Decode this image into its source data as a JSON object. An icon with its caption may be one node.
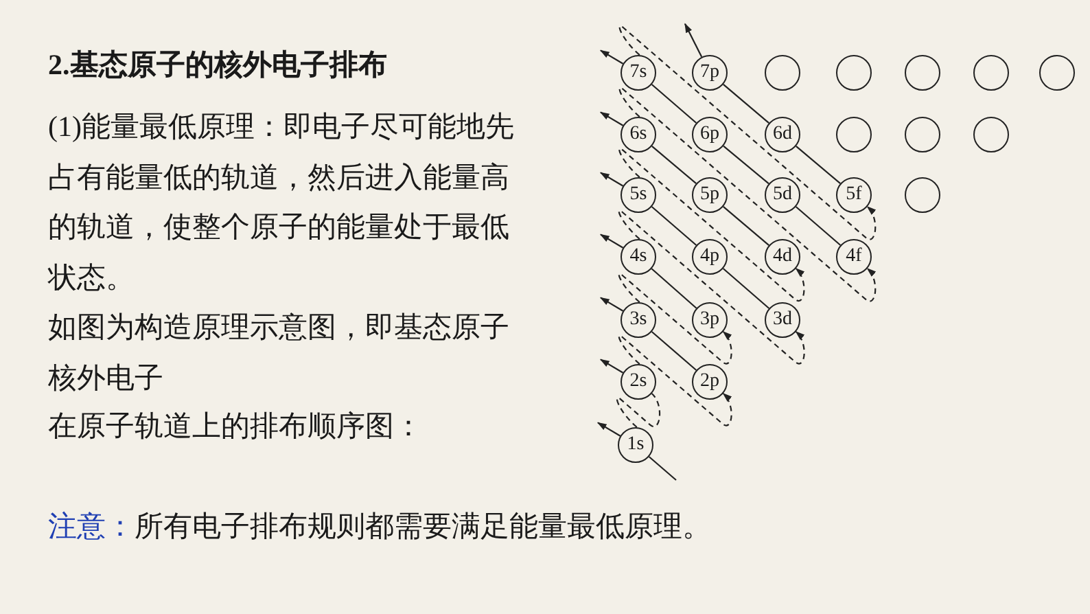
{
  "diagram": {
    "title": "2.基态原子的核外电子排布",
    "nodes": [
      {
        "text": [
          "7s"
        ]
      },
      {
        "text": [
          "7p"
        ]
      },
      {
        "text": [],
        "shape": "circle"
      },
      {
        "text": [],
        "shape": "circle"
      },
      {
        "text": [],
        "shape": "circle"
      },
      {
        "text": [],
        "shape": "circle"
      },
      {
        "text": [],
        "shape": "circle"
      },
      {
        "text": [
          "6s"
        ]
      },
      {
        "text": [
          "6p"
        ]
      },
      {
        "text": [
          "6d"
        ]
      },
      {
        "text": [],
        "shape": "circle"
      },
      {
        "text": [],
        "shape": "circle"
      },
      {
        "text": [],
        "shape": "circle"
      },
      {
        "text": [
          "5s"
        ]
      },
      {
        "text": [
          "5p"
        ]
      },
      {
        "text": [
          "5d"
        ]
      },
      {
        "text": [
          "5f"
        ]
      },
      {
        "text": [],
        "shape": "circle"
      },
      {
        "text": [
          "4s"
        ]
      },
      {
        "text": [
          "4p"
        ]
      },
      {
        "text": [
          "4d"
        ]
      },
      {
        "text": [
          "4f"
        ]
      },
      {
        "text": [
          "3s"
        ]
      },
      {
        "text": [
          "3p"
        ]
      },
      {
        "text": [
          "3d"
        ]
      },
      {
        "text": [
          "2s"
        ]
      },
      {
        "text": [
          "2p"
        ]
      },
      {
        "text": [
          "1s"
        ]
      }
    ],
    "edges": [
      {
        "from": null,
        "to": 27,
        "arrow": "none"
      },
      {
        "from": 27,
        "to": null,
        "arrow": "to"
      },
      {
        "from": 27,
        "to": 25,
        "arrow": "none",
        "style": "dashed"
      },
      {
        "from": 25,
        "to": null,
        "arrow": "to"
      },
      {
        "from": 25,
        "to": 26,
        "arrow": "to",
        "style": "dashed"
      },
      {
        "from": 26,
        "to": 22,
        "arrow": "none"
      },
      {
        "from": 22,
        "to": null,
        "arrow": "to"
      },
      {
        "from": 22,
        "to": 23,
        "arrow": "to",
        "style": "dashed"
      },
      {
        "from": 23,
        "to": 18,
        "arrow": "none"
      },
      {
        "from": 18,
        "to": null,
        "arrow": "to"
      },
      {
        "from": 18,
        "to": 24,
        "arrow": "to",
        "style": "dashed"
      },
      {
        "from": 24,
        "to": 19,
        "arrow": "none"
      },
      {
        "from": 19,
        "to": 13,
        "arrow": "none"
      },
      {
        "from": 13,
        "to": null,
        "arrow": "to"
      },
      {
        "from": 13,
        "to": 20,
        "arrow": "to",
        "style": "dashed"
      },
      {
        "from": 20,
        "to": 14,
        "arrow": "none"
      },
      {
        "from": 14,
        "to": 7,
        "arrow": "none"
      },
      {
        "from": 7,
        "to": null,
        "arrow": "to"
      },
      {
        "from": 7,
        "to": 21,
        "arrow": "to",
        "style": "dashed"
      },
      {
        "from": 21,
        "to": 15,
        "arrow": "none"
      },
      {
        "from": 15,
        "to": 8,
        "arrow": "none"
      },
      {
        "from": 8,
        "to": 0,
        "arrow": "none"
      },
      {
        "from": 0,
        "to": null,
        "arrow": "to"
      },
      {
        "from": 0,
        "to": 16,
        "arrow": "to",
        "style": "dashed"
      },
      {
        "from": 16,
        "to": 9,
        "arrow": "none"
      },
      {
        "from": 9,
        "to": 1,
        "arrow": "none"
      },
      {
        "from": 1,
        "to": null,
        "arrow": "to"
      }
    ],
    "labels": [
      "(1)能量最低原理：即电子尽可能地先占有能量低的轨道，然后进入能量高的轨道，使整个原子的能量处于最低状态。",
      "如图为构造原理示意图，即基态原子核外电子",
      "在原子轨道上的排布顺序图：",
      "注意：",
      "所有电子排布规则都需要满足能量最低原理。"
    ]
  }
}
